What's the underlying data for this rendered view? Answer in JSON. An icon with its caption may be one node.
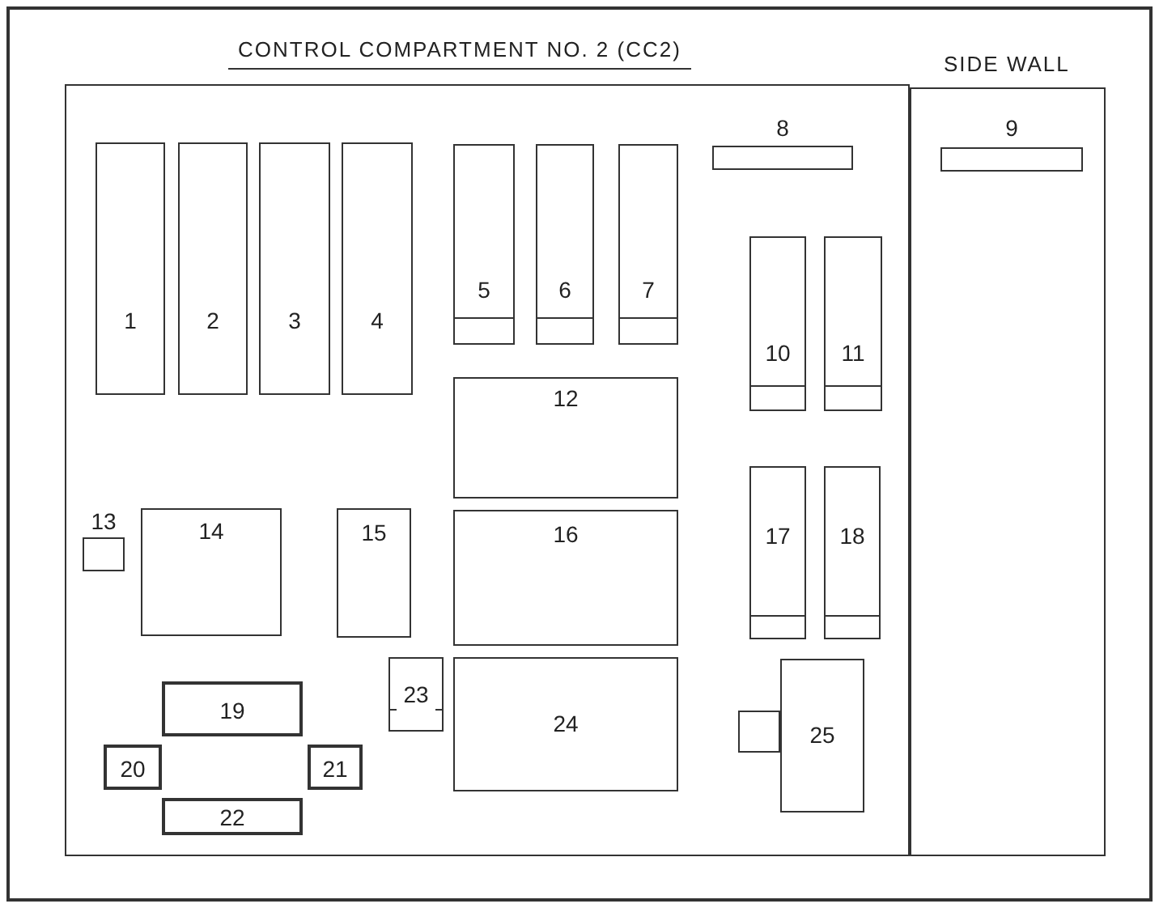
{
  "diagram": {
    "nodes": [
      {
        "text": [
          "CONTROL COMPARTMENT NO. 2 (CC2)"
        ]
      },
      {
        "text": [
          "SIDE WALL"
        ]
      },
      {
        "text": [
          "1"
        ],
        "in": 0
      },
      {
        "text": [
          "2"
        ],
        "in": 0
      },
      {
        "text": [
          "3"
        ],
        "in": 0
      },
      {
        "text": [
          "4"
        ],
        "in": 0
      },
      {
        "text": [
          "5"
        ],
        "in": 0
      },
      {
        "text": [
          "6"
        ],
        "in": 0
      },
      {
        "text": [
          "7"
        ],
        "in": 0
      },
      {
        "text": [
          "8"
        ],
        "in": 0
      },
      {
        "text": [
          "9"
        ],
        "in": 1
      },
      {
        "text": [
          "10"
        ],
        "in": 0
      },
      {
        "text": [
          "11"
        ],
        "in": 0
      },
      {
        "text": [
          "12"
        ],
        "in": 0
      },
      {
        "text": [
          "13"
        ],
        "in": 0
      },
      {
        "text": [
          "14"
        ],
        "in": 0
      },
      {
        "text": [
          "15"
        ],
        "in": 0
      },
      {
        "text": [
          "16"
        ],
        "in": 0
      },
      {
        "text": [
          "17"
        ],
        "in": 0
      },
      {
        "text": [
          "18"
        ],
        "in": 0
      },
      {
        "text": [
          "19"
        ],
        "in": 0
      },
      {
        "text": [
          "20"
        ],
        "in": 0
      },
      {
        "text": [
          "21"
        ],
        "in": 0
      },
      {
        "text": [
          "22"
        ],
        "in": 0
      },
      {
        "text": [
          "23"
        ],
        "in": 0
      },
      {
        "text": [
          "24"
        ],
        "in": 0
      },
      {
        "text": [
          "25"
        ],
        "in": 0
      },
      {
        "text": [],
        "shape": "box",
        "in": 0
      }
    ]
  }
}
